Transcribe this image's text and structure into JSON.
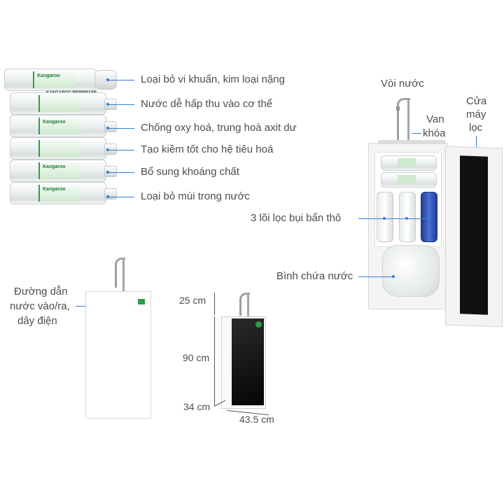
{
  "filter_labels": [
    "Loại bỏ vi khuẩn, kim loại nặng",
    "Nước dễ hấp thu vào cơ thể",
    "Chống oxy hoá, trung hoà axit dư",
    "Tạo kiềm tốt cho hệ tiêu hoá",
    "Bổ sung khoáng chất",
    "Loại bỏ mùi trong nước"
  ],
  "cartridge_brand": "Kangaroo",
  "cartridge_model": "KANGAROO MEMBRANE",
  "labels": {
    "faucet": "Vòi nước",
    "valve_line1": "Van",
    "valve_line2": "khóa",
    "door_line1": "Cửa",
    "door_line2": "máy",
    "door_line3": "lọc",
    "prefilters": "3 lõi lọc bụi bẩn thô",
    "tank": "Bình chứa nước",
    "inlet_line1": "Đường dẫn",
    "inlet_line2": "nước vào/ra,",
    "inlet_line3": "dây điện"
  },
  "dimensions": {
    "faucet_height": "25 cm",
    "body_height": "90 cm",
    "depth": "34 cm",
    "width": "43.5 cm"
  },
  "colors": {
    "accent": "#3a7fd0",
    "brand_green": "#2e9d46",
    "prefilter_blue": "#2d4fae"
  }
}
